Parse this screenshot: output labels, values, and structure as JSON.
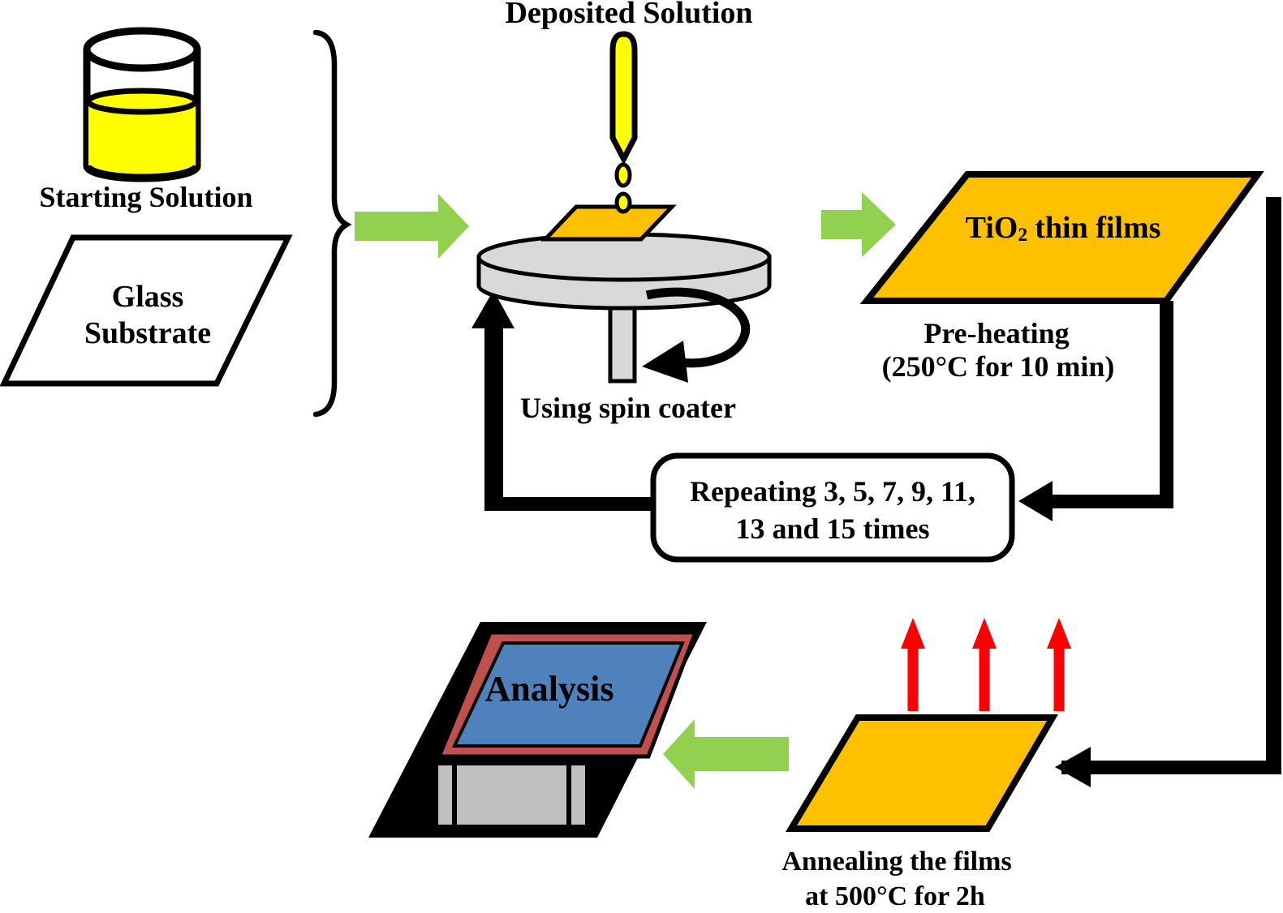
{
  "figure": {
    "type": "process-flow-diagram",
    "topic": "TiO2 thin film preparation by spin coating"
  },
  "colors": {
    "solution_yellow": "#FFFF00",
    "film_orange": "#FFC000",
    "arrow_green": "#92D050",
    "heat_red": "#FF0000",
    "screen_blue": "#4F81BD",
    "frame_red": "#C0504D",
    "metal_gray": "#D9D9D9",
    "keyboard_gray": "#C0C0C0",
    "shape_white": "#FFFFFF",
    "ink": "#000000"
  },
  "labels": {
    "starting_solution": "Starting Solution",
    "glass_line1": "Glass",
    "glass_line2": "Substrate",
    "deposited_solution": "Deposited Solution",
    "using_spin_coater": "Using spin coater",
    "tio2_pre": "TiO",
    "tio2_sub": "2",
    "tio2_post": "thin films",
    "preheat_line1": "Pre-heating",
    "preheat_line2": "(250°C for 10 min)",
    "repeat_line1": "Repeating 3, 5, 7, 9, 11,",
    "repeat_line2": "13 and 15 times",
    "anneal_line1": "Annealing the films",
    "anneal_line2": "at 500°C for 2h",
    "analysis": "Analysis"
  }
}
